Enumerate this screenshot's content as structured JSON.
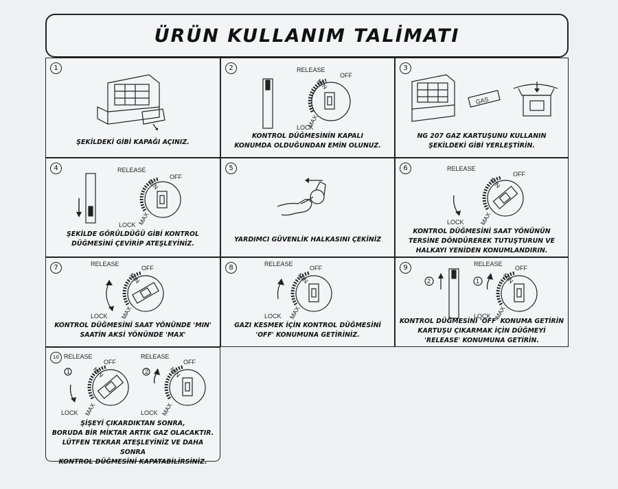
{
  "title": "ÜRÜN KULLANIM TALİMATI",
  "dial_labels": {
    "release": "RELEASE",
    "off": "OFF",
    "lock": "LOCK",
    "min": "MIN",
    "max": "MAX"
  },
  "gas_label": "GAS",
  "steps": [
    {
      "num": "1",
      "caption": "ŞEKİLDEKİ GİBİ KAPAĞI AÇINIZ."
    },
    {
      "num": "2",
      "caption": "KONTROL DÜĞMESİNİN KAPALI\nKONUMDA OLDUĞUNDAN EMİN OLUNUZ."
    },
    {
      "num": "3",
      "caption": "NG 207 GAZ KARTUŞUNU KULLANIN\nŞEKİLDEKİ GİBİ YERLEŞTİRİN."
    },
    {
      "num": "4",
      "caption": "ŞEKİLDE GÖRÜLDÜĞÜ GİBİ KONTROL\nDÜĞMESİNİ ÇEVİRİP ATEŞLEYİNİZ."
    },
    {
      "num": "5",
      "caption": "YARDIMCI GÜVENLİK HALKASINI ÇEKİNİZ"
    },
    {
      "num": "6",
      "caption": "KONTROL DÜĞMESİNİ SAAT YÖNÜNÜN\nTERSİNE  DÖNDÜREREK TUTUŞTURUN VE\nHALKAYI YENİDEN KONUMLANDIRIN."
    },
    {
      "num": "7",
      "caption": "KONTROL DÜĞMESİNİ SAAT YÖNÜNDE 'MIN'\nSAATİN AKSİ YÖNÜNDE 'MAX'"
    },
    {
      "num": "8",
      "caption": "GAZI KESMEK İÇİN KONTROL DÜĞMESİNİ\n'OFF' KONUMUNA GETİRİNİZ."
    },
    {
      "num": "9",
      "caption": "KONTROL DÜĞMESİNİ 'OFF' KONUMA GETİRİN\nKARTUŞU ÇIKARMAK İÇİN  DÜĞMEYİ\n'RELEASE' KONUMUNA GETİRİN."
    },
    {
      "num": "10",
      "caption": "ŞİŞEYİ ÇIKARDIKTAN SONRA,\nBORUDA BİR MİKTAR ARTIK GAZ OLACAKTIR.\nLÜTFEN TEKRAR ATEŞLEYİNİZ VE  DAHA SONRA\nKONTROL DÜĞMESİNİ KAPATABİLİRSİNİZ."
    }
  ],
  "sub_markers": {
    "one": "1",
    "two": "2"
  }
}
